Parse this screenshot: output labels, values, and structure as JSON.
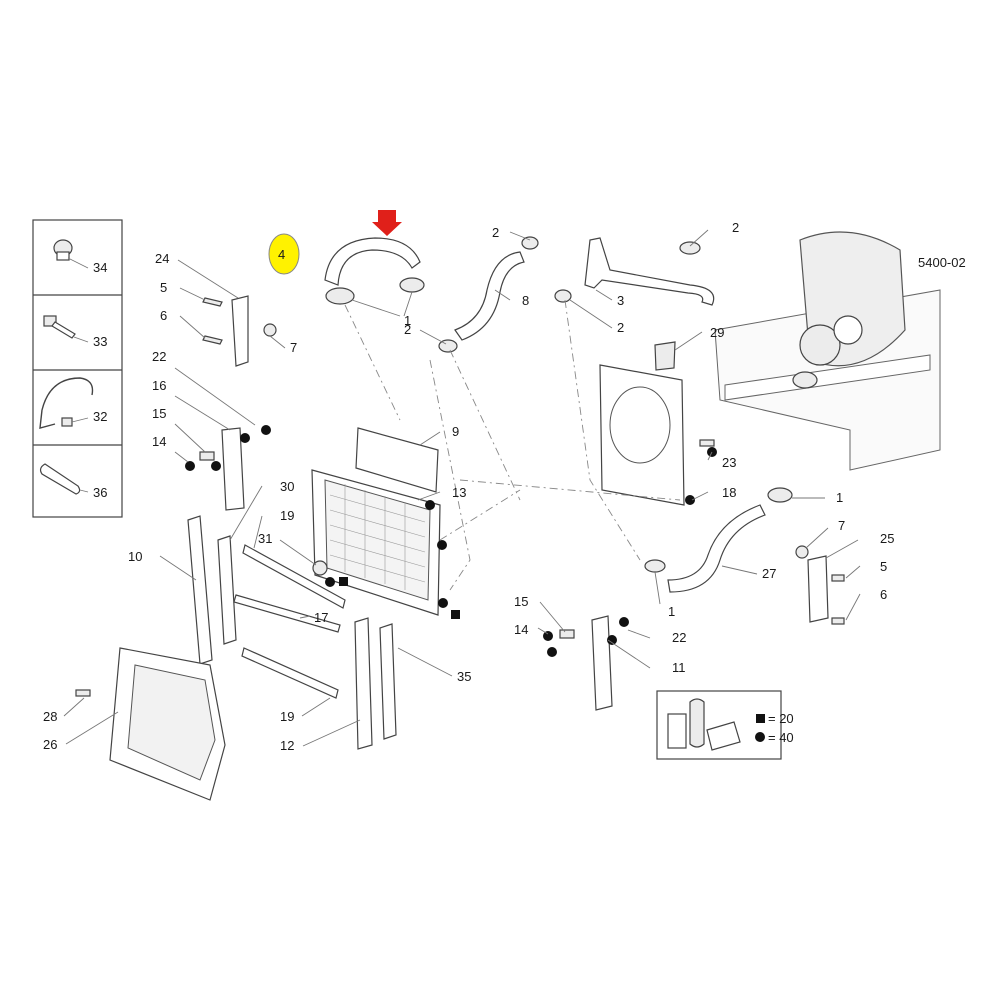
{
  "diagram": {
    "reference_code": "5400-02",
    "highlighted_label": "4",
    "highlight_color": "#fff200",
    "arrow_color": "#e0201a",
    "callouts": [
      {
        "id": "c34",
        "text": "34"
      },
      {
        "id": "c33",
        "text": "33"
      },
      {
        "id": "c32",
        "text": "32"
      },
      {
        "id": "c36",
        "text": "36"
      },
      {
        "id": "c24",
        "text": "24"
      },
      {
        "id": "c5a",
        "text": "5"
      },
      {
        "id": "c6a",
        "text": "6"
      },
      {
        "id": "c7a",
        "text": "7"
      },
      {
        "id": "c22a",
        "text": "22"
      },
      {
        "id": "c16",
        "text": "16"
      },
      {
        "id": "c15a",
        "text": "15"
      },
      {
        "id": "c14a",
        "text": "14"
      },
      {
        "id": "c1a",
        "text": "1"
      },
      {
        "id": "c2a",
        "text": "2"
      },
      {
        "id": "c2b",
        "text": "2"
      },
      {
        "id": "c8",
        "text": "8"
      },
      {
        "id": "c3",
        "text": "3"
      },
      {
        "id": "c2c",
        "text": "2"
      },
      {
        "id": "c2d",
        "text": "2"
      },
      {
        "id": "c29",
        "text": "29"
      },
      {
        "id": "c9",
        "text": "9"
      },
      {
        "id": "c13",
        "text": "13"
      },
      {
        "id": "c23",
        "text": "23"
      },
      {
        "id": "c18",
        "text": "18"
      },
      {
        "id": "c1b",
        "text": "1"
      },
      {
        "id": "c7b",
        "text": "7"
      },
      {
        "id": "c25",
        "text": "25"
      },
      {
        "id": "c5b",
        "text": "5"
      },
      {
        "id": "c6b",
        "text": "6"
      },
      {
        "id": "c27",
        "text": "27"
      },
      {
        "id": "c1c",
        "text": "1"
      },
      {
        "id": "c30",
        "text": "30"
      },
      {
        "id": "c19a",
        "text": "19"
      },
      {
        "id": "c31",
        "text": "31"
      },
      {
        "id": "c10",
        "text": "10"
      },
      {
        "id": "c17",
        "text": "17"
      },
      {
        "id": "c15b",
        "text": "15"
      },
      {
        "id": "c14b",
        "text": "14"
      },
      {
        "id": "c22b",
        "text": "22"
      },
      {
        "id": "c11",
        "text": "11"
      },
      {
        "id": "c35",
        "text": "35"
      },
      {
        "id": "c28",
        "text": "28"
      },
      {
        "id": "c26",
        "text": "26"
      },
      {
        "id": "c19b",
        "text": "19"
      },
      {
        "id": "c12",
        "text": "12"
      }
    ],
    "legend": {
      "square_value": "= 20",
      "circle_value": "= 40"
    }
  }
}
